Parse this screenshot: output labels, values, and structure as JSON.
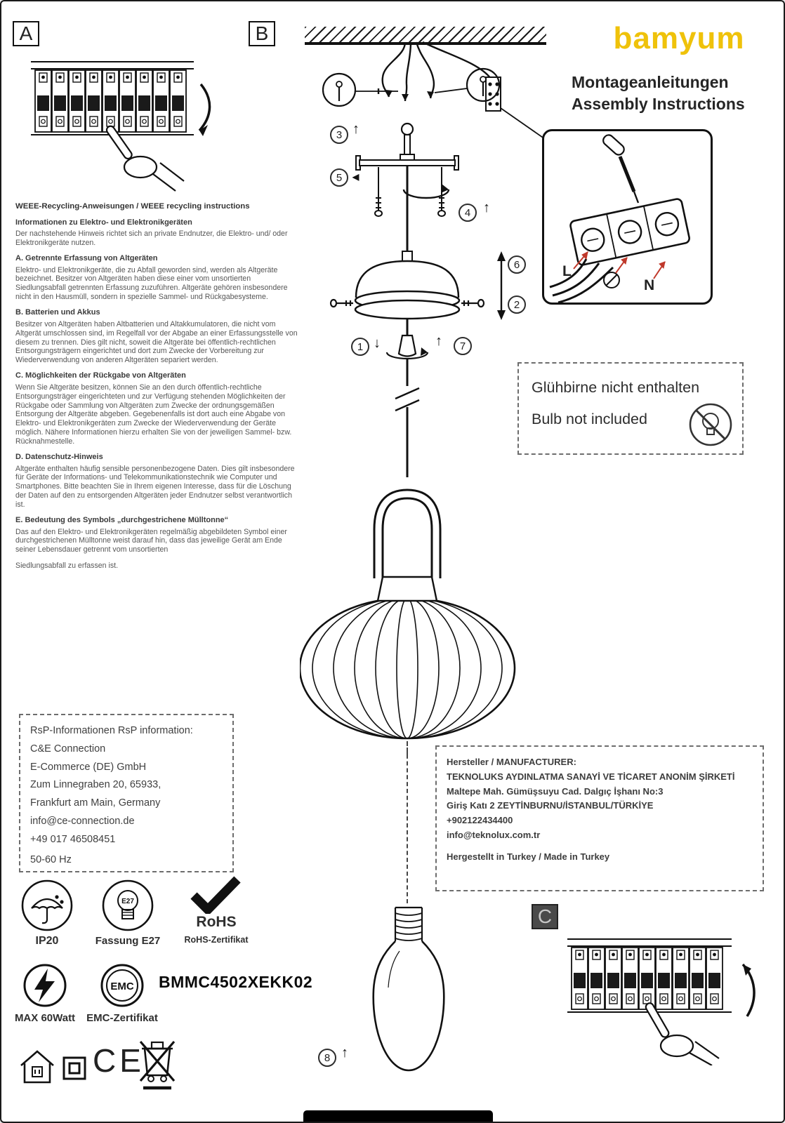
{
  "colors": {
    "accent": "#efc20a",
    "red": "#c0392b"
  },
  "header": {
    "brand": "bamyum",
    "title_de": "Montageanleitungen",
    "title_en": "Assembly Instructions"
  },
  "panels": {
    "a": "A",
    "b": "B",
    "c": "C"
  },
  "steps": [
    "1",
    "2",
    "3",
    "4",
    "5",
    "6",
    "7",
    "8"
  ],
  "icons": {
    "arrow_up": "↑",
    "arrow_down": "↓",
    "arrow_left": "◀"
  },
  "bulb_note": {
    "de": "Glühbirne nicht enthalten",
    "en": "Bulb not included"
  },
  "terminal": {
    "l": "L",
    "n": "N"
  },
  "weee": {
    "title": "WEEE-Recycling-Anweisungen / WEEE recycling instructions",
    "intro_heading": "Informationen zu Elektro- und Elektronikgeräten",
    "intro_body": "Der nachstehende Hinweis richtet sich an private Endnutzer, die Elektro- und/ oder Elektronikgeräte nutzen.",
    "sections": [
      {
        "heading": "A. Getrennte Erfassung von Altgeräten",
        "body": "Elektro- und Elektronikgeräte, die zu Abfall geworden sind, werden als Altgeräte bezeichnet. Besitzer von Altgeräten haben diese einer vom unsortierten Siedlungsabfall getrennten Erfassung zuzuführen. Altgeräte gehören insbesondere nicht in den Hausmüll, sondern in spezielle Sammel- und Rückgabesysteme."
      },
      {
        "heading": "B. Batterien und Akkus",
        "body": "Besitzer von Altgeräten haben Altbatterien und Altakkumulatoren, die nicht vom Altgerät umschlossen sind, im Regelfall vor der Abgabe an einer Erfassungsstelle von diesem zu trennen. Dies gilt nicht, soweit die Altgeräte bei öffentlich-rechtlichen Entsorgungsträgern eingerichtet und dort zum Zwecke der Vorbereitung zur Wiederverwendung von anderen Altgeräten separiert werden."
      },
      {
        "heading": "C. Möglichkeiten der Rückgabe von Altgeräten",
        "body": "Wenn Sie Altgeräte besitzen, können Sie an den durch öffentlich-rechtliche Entsorgungsträger eingerichteten und zur Verfügung stehenden Möglichkeiten der Rückgabe oder Sammlung von Altgeräten zum Zwecke der ordnungsgemäßen Entsorgung der Altgeräte abgeben. Gegebenenfalls ist dort auch eine Abgabe von Elektro- und Elektronikgeräten zum Zwecke der Wiederverwendung der Geräte möglich. Nähere Informationen hierzu erhalten Sie von der jeweiligen Sammel- bzw. Rücknahmestelle."
      },
      {
        "heading": "D. Datenschutz-Hinweis",
        "body": "Altgeräte enthalten häufig sensible personenbezogene Daten. Dies gilt insbesondere für Geräte der Informations- und Telekommunikationstechnik wie Computer und Smartphones. Bitte beachten Sie in Ihrem eigenen Interesse, dass für die Löschung der Daten auf den zu entsorgenden Altgeräten jeder Endnutzer selbst verantwortlich ist."
      },
      {
        "heading": "E. Bedeutung des Symbols „durchgestrichene Mülltonne“",
        "body": "Das auf den Elektro- und Elektronikgeräten regelmäßig abgebildeten Symbol einer durchgestrichenen Mülltonne weist darauf hin, dass das jeweilige Gerät am Ende seiner Lebensdauer getrennt vom unsortierten"
      }
    ],
    "footer": "Siedlungsabfall zu erfassen ist."
  },
  "rsp": {
    "lines": [
      "RsP-Informationen RsP information:",
      "C&E Connection",
      "E-Commerce (DE) GmbH",
      "Zum Linnegraben 20, 65933,",
      "Frankfurt am Main, Germany",
      "info@ce-connection.de",
      "+49 017 46508451",
      "50-60 Hz"
    ]
  },
  "manufacturer": {
    "lines": [
      "Hersteller / MANUFACTURER:",
      "TEKNOLUKS AYDINLATMA SANAYİ VE TİCARET ANONİM ŞİRKETİ",
      "Maltepe Mah. Gümüşsuyu Cad. Dalgıç İşhanı No:3",
      "Giriş Katı 2 ZEYTİNBURNU/İSTANBUL/TÜRKİYE",
      "+902122434400",
      "info@teknolux.com.tr"
    ],
    "made_in": "Hergestellt in Turkey / Made in Turkey"
  },
  "certs": {
    "ip20": "IP20",
    "fassung": "Fassung E27",
    "e27": "E27",
    "rohs": "RoHS",
    "rohs_cert": "RoHS-Zertifikat",
    "max_watt": "MAX 60Watt",
    "emc": "EMC",
    "emc_cert": "EMC-Zertifikat",
    "ce": "CE",
    "product_code": "BMMC4502XEKK02"
  }
}
